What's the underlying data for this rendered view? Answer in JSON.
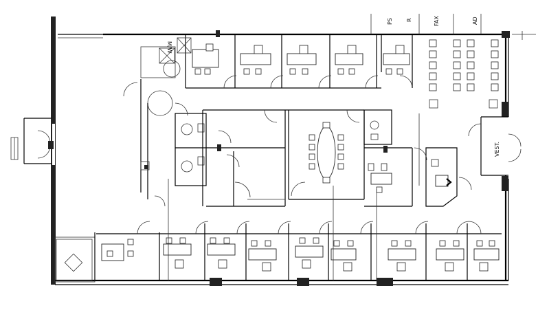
{
  "labels": {
    "room_top_1": "PS",
    "room_top_2": "R",
    "room_top_3": "FAX",
    "room_top_4": "AD",
    "mw": "M/W",
    "vestibule": "VEST."
  },
  "colors": {
    "line": "#000000",
    "background": "#ffffff"
  }
}
